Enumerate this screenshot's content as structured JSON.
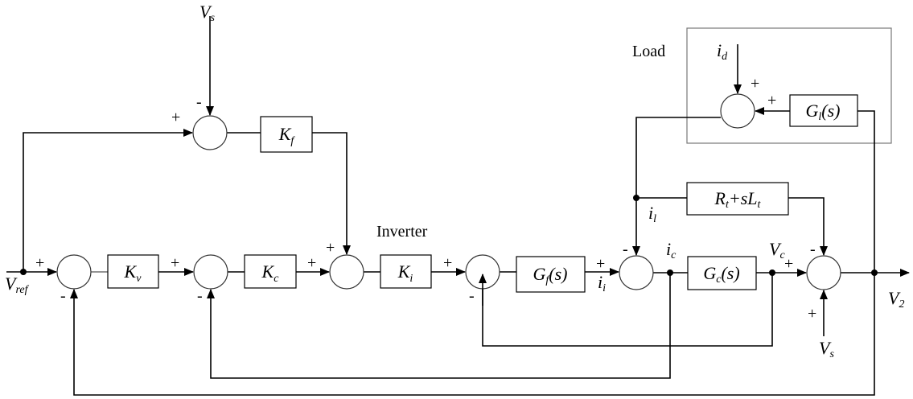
{
  "diagram": {
    "title": "Inverter voltage/current control loop block diagram with load model",
    "section_labels": {
      "inverter": "Inverter",
      "load": "Load"
    },
    "blocks": [
      {
        "id": "Kf",
        "main": "K",
        "sub": "f"
      },
      {
        "id": "Kv",
        "main": "K",
        "sub": "v"
      },
      {
        "id": "Kc",
        "main": "K",
        "sub": "c"
      },
      {
        "id": "Ki",
        "main": "K",
        "sub": "i"
      },
      {
        "id": "Gf",
        "main": "G",
        "sub": "f",
        "suffix": "(s)"
      },
      {
        "id": "Gc",
        "main": "G",
        "sub": "c",
        "suffix": "(s)"
      },
      {
        "id": "Gl",
        "main": "G",
        "sub": "l",
        "suffix": "(s)"
      },
      {
        "id": "Zt",
        "text": "R",
        "sub1": "t",
        "mid": "+sL",
        "sub2": "t"
      }
    ],
    "signals": {
      "vref": {
        "main": "V",
        "sub": "ref"
      },
      "vs_top": {
        "main": "V",
        "sub": "s"
      },
      "vs_bottom": {
        "main": "V",
        "sub": "s"
      },
      "v2": {
        "main": "V",
        "sub": "2"
      },
      "vc": {
        "main": "V",
        "sub": "c"
      },
      "ic": {
        "main": "i",
        "sub": "c"
      },
      "ii": {
        "main": "i",
        "sub": "i"
      },
      "il": {
        "main": "i",
        "sub": "l"
      },
      "id": {
        "main": "i",
        "sub": "d"
      }
    },
    "signs": {
      "plus": "+",
      "minus": "-"
    }
  }
}
